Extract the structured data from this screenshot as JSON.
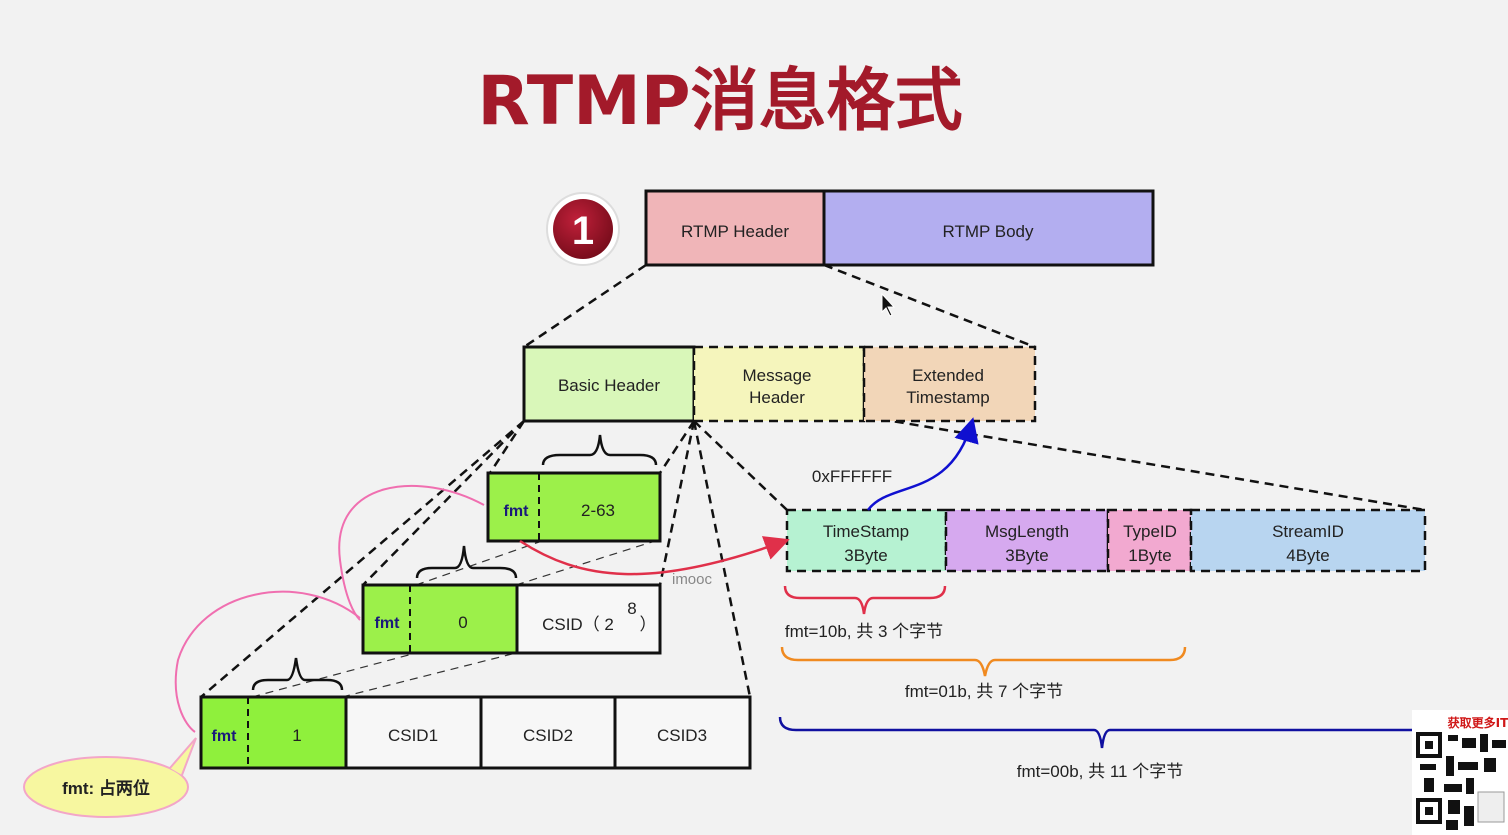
{
  "title": "RTMP消息格式",
  "step_number": "1",
  "colors": {
    "title": "#a31a2a",
    "header": "#f0b5b8",
    "body": "#b3aef0",
    "basic_header": "#d9f7b9",
    "message_header": "#f5f5bc",
    "extended_timestamp": "#f2d6b8",
    "green": "#8ff03c",
    "timestamp": "#b6f2d2",
    "msglength": "#d6a9ef",
    "typeid": "#f2a9d0",
    "streamid": "#b8d5f0"
  },
  "top_row": {
    "header": "RTMP Header",
    "body": "RTMP Body"
  },
  "header_parts": {
    "basic_header": "Basic Header",
    "message_header_1": "Message",
    "message_header_2": "Header",
    "extended_1": "Extended",
    "extended_2": "Timestamp"
  },
  "basic_header_variants": [
    {
      "fmt": "fmt",
      "value": "2-63"
    },
    {
      "fmt": "fmt",
      "value": "0",
      "csid": "CSID（ 2",
      "csid_exp": "8",
      "csid_close": "）"
    },
    {
      "fmt": "fmt",
      "value": "1",
      "csid1": "CSID1",
      "csid2": "CSID2",
      "csid3": "CSID3"
    }
  ],
  "message_fields": [
    {
      "name": "TimeStamp",
      "size": "3Byte"
    },
    {
      "name": "MsgLength",
      "size": "3Byte"
    },
    {
      "name": "TypeID",
      "size": "1Byte"
    },
    {
      "name": "StreamID",
      "size": "4Byte"
    }
  ],
  "extended_marker": "0xFFFFFF",
  "fmt_notes": [
    "fmt=10b, 共 3 个字节",
    "fmt=01b, 共 7 个字节",
    "fmt=00b, 共 11 个字节"
  ],
  "callout": "fmt: 占两位",
  "watermark": "imooc",
  "qr_caption": "获取更多IT"
}
